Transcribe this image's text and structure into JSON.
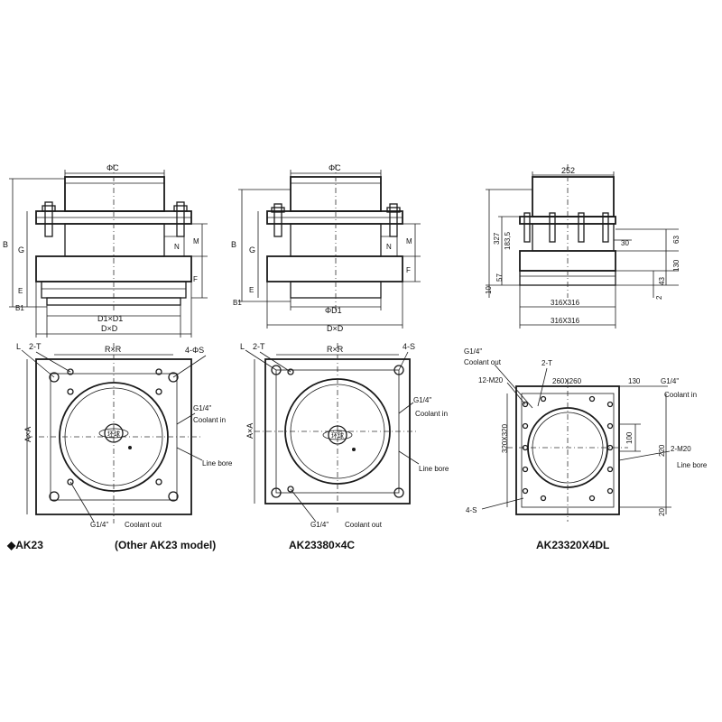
{
  "drawing_1": {
    "top_view": {
      "phi_c": "ΦC",
      "b": "B",
      "g": "G",
      "n": "N",
      "m": "M",
      "f": "F",
      "e": "E",
      "b1": "B1",
      "d1xd1": "D1×D1",
      "dxd": "D×D"
    },
    "plan_view": {
      "l": "L",
      "two_t": "2-T",
      "rxr": "R×R",
      "four_phi_s": "4-ΦS",
      "axa": "A×A",
      "g14": "G1/4\"",
      "coolant_in": "Coolant in",
      "line_bore": "Line bore",
      "g14_out": "G1/4\"",
      "coolant_out": "Coolant out",
      "logo_text": "环球"
    },
    "caption": "◆AK23",
    "caption_2": "(Other AK23 model)"
  },
  "drawing_2": {
    "top_view": {
      "phi_c": "ΦC",
      "b": "B",
      "g": "G",
      "n": "N",
      "m": "M",
      "f": "F",
      "e": "E",
      "b1": "B1",
      "phi_d1": "ΦD1",
      "dxd": "D×D"
    },
    "plan_view": {
      "l": "L",
      "two_t": "2-T",
      "rxr": "R×R",
      "four_s": "4-S",
      "axa": "A×A",
      "g14": "G1/4\"",
      "coolant_in": "Coolant in",
      "line_bore": "Line bore",
      "g14_out": "G1/4\"",
      "coolant_out": "Coolant out",
      "logo_text": "环球"
    },
    "caption": "AK23380×4C"
  },
  "drawing_3": {
    "top_view": {
      "width_252": "252",
      "h327": "327",
      "h183_5": "183,5",
      "d30": "30",
      "d63": "63",
      "d57": "57",
      "d130": "130",
      "d43": "43",
      "d10": "10",
      "d2": "2",
      "w316a": "316X316",
      "w316b": "316X316"
    },
    "plan_view": {
      "g14_top": "G1/4\"",
      "coolant_out": "Coolant out",
      "two_t": "2-T",
      "m20_12": "12-M20",
      "d260": "260X260",
      "d130": "130",
      "g14_right": "G1/4\"",
      "coolant_in": "Coolant in",
      "d320": "320X320",
      "d100": "100",
      "d220": "220",
      "m20_2": "2-M20",
      "line_bore": "Line bore",
      "four_s": "4-S",
      "d20": "20"
    },
    "caption": "AK23320X4DL"
  }
}
